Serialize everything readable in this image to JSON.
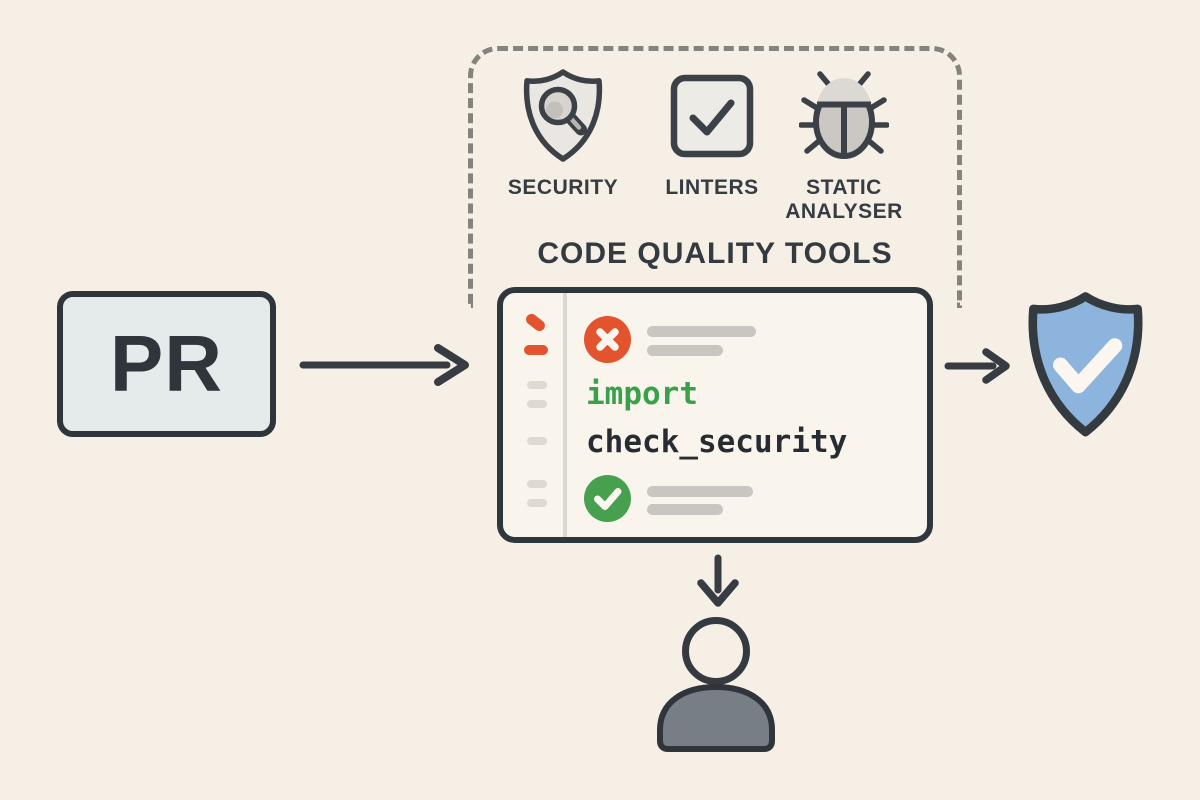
{
  "canvas": {
    "background": "#f5efe5"
  },
  "pr_node": {
    "label": "PR"
  },
  "tools_box": {
    "title": "CODE QUALITY TOOLS",
    "items": [
      {
        "icon": "security-shield-icon",
        "label": "SECURITY"
      },
      {
        "icon": "linters-checkbox-icon",
        "label": "LINTERS"
      },
      {
        "icon": "bug-icon",
        "label": "STATIC\nANALYSER"
      }
    ]
  },
  "editor_panel": {
    "error_icon": "error-x-icon",
    "success_icon": "success-check-icon",
    "keyword_text": "import",
    "identifier_text": "check_security"
  },
  "result_node": {
    "icon": "verified-shield-icon"
  },
  "reviewer_node": {
    "icon": "person-icon"
  },
  "colors": {
    "background": "#f5efe5",
    "stroke_dark": "#2f363c",
    "error_red": "#e2532e",
    "success_green": "#46a04e",
    "keyword_green": "#3ba04c",
    "code_dark": "#262c32",
    "shield_blue": "#8db4dd",
    "pr_fill": "#e4ebea",
    "panel_fill": "#faf5ec",
    "muted_bar": "#c9c5c0",
    "gutter_mark_gray": "#ded9d3",
    "dashed_border": "#84847e",
    "person_body_gray": "#787e85",
    "icon_fill_light": "#eae7e2",
    "bug_fill": "#cbc8c4"
  }
}
